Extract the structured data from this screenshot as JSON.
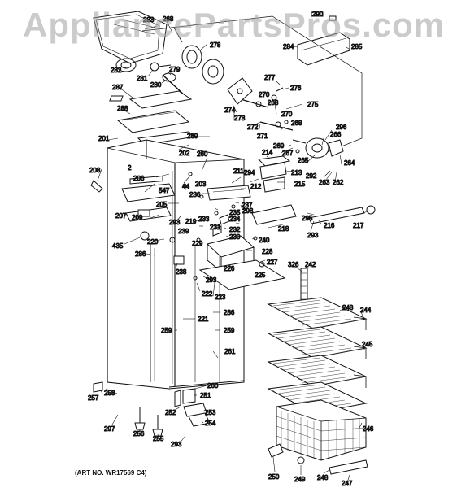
{
  "watermark": "AppliancePartsPros.com",
  "art_note": "(ART NO. WR17569 C4)",
  "part_labels": [
    {
      "id": "p290",
      "text": "290"
    },
    {
      "id": "p283",
      "text": "283"
    },
    {
      "id": "p268a",
      "text": "268"
    },
    {
      "id": "p278",
      "text": "278"
    },
    {
      "id": "p284",
      "text": "284"
    },
    {
      "id": "p285",
      "text": "285"
    },
    {
      "id": "p282",
      "text": "282"
    },
    {
      "id": "p281",
      "text": "281"
    },
    {
      "id": "p279",
      "text": "279"
    },
    {
      "id": "p280",
      "text": "280"
    },
    {
      "id": "p277",
      "text": "277"
    },
    {
      "id": "p276",
      "text": "276"
    },
    {
      "id": "p287",
      "text": "287"
    },
    {
      "id": "p270a",
      "text": "270"
    },
    {
      "id": "p268b",
      "text": "268"
    },
    {
      "id": "p275",
      "text": "275"
    },
    {
      "id": "p274",
      "text": "274"
    },
    {
      "id": "p273",
      "text": "273"
    },
    {
      "id": "p288",
      "text": "288"
    },
    {
      "id": "p272",
      "text": "272"
    },
    {
      "id": "p270b",
      "text": "270"
    },
    {
      "id": "p268c",
      "text": "268"
    },
    {
      "id": "p271",
      "text": "271"
    },
    {
      "id": "p296",
      "text": "296"
    },
    {
      "id": "p266",
      "text": "266"
    },
    {
      "id": "p201",
      "text": "201"
    },
    {
      "id": "p289",
      "text": "289"
    },
    {
      "id": "p269",
      "text": "269"
    },
    {
      "id": "p267",
      "text": "267"
    },
    {
      "id": "p202",
      "text": "202"
    },
    {
      "id": "p260a",
      "text": "260"
    },
    {
      "id": "p214",
      "text": "214"
    },
    {
      "id": "p265",
      "text": "265"
    },
    {
      "id": "p264",
      "text": "264"
    },
    {
      "id": "p208",
      "text": "208"
    },
    {
      "id": "p2",
      "text": "2"
    },
    {
      "id": "p294",
      "text": "294"
    },
    {
      "id": "p211",
      "text": "211"
    },
    {
      "id": "p213",
      "text": "213"
    },
    {
      "id": "p292",
      "text": "292"
    },
    {
      "id": "p206",
      "text": "206"
    },
    {
      "id": "p263",
      "text": "263"
    },
    {
      "id": "p262",
      "text": "262"
    },
    {
      "id": "p203",
      "text": "203"
    },
    {
      "id": "p44",
      "text": "44"
    },
    {
      "id": "p215",
      "text": "215"
    },
    {
      "id": "p547",
      "text": "547"
    },
    {
      "id": "p212",
      "text": "212"
    },
    {
      "id": "p236",
      "text": "236"
    },
    {
      "id": "p205",
      "text": "205"
    },
    {
      "id": "p237",
      "text": "237"
    },
    {
      "id": "p235",
      "text": "235"
    },
    {
      "id": "p293a",
      "text": "293"
    },
    {
      "id": "p295",
      "text": "295"
    },
    {
      "id": "p207",
      "text": "207"
    },
    {
      "id": "p209",
      "text": "209"
    },
    {
      "id": "p293b",
      "text": "293"
    },
    {
      "id": "p219",
      "text": "219"
    },
    {
      "id": "p233",
      "text": "233"
    },
    {
      "id": "p234",
      "text": "234"
    },
    {
      "id": "p216",
      "text": "216"
    },
    {
      "id": "p217",
      "text": "217"
    },
    {
      "id": "p231",
      "text": "231"
    },
    {
      "id": "p218",
      "text": "218"
    },
    {
      "id": "p239",
      "text": "239"
    },
    {
      "id": "p232",
      "text": "232"
    },
    {
      "id": "p293c",
      "text": "293"
    },
    {
      "id": "p230",
      "text": "230"
    },
    {
      "id": "p220",
      "text": "220"
    },
    {
      "id": "p240",
      "text": "240"
    },
    {
      "id": "p229",
      "text": "229"
    },
    {
      "id": "p435",
      "text": "435"
    },
    {
      "id": "p228",
      "text": "228"
    },
    {
      "id": "p286a",
      "text": "286"
    },
    {
      "id": "p227",
      "text": "227"
    },
    {
      "id": "p326",
      "text": "326"
    },
    {
      "id": "p242",
      "text": "242"
    },
    {
      "id": "p226",
      "text": "226"
    },
    {
      "id": "p238",
      "text": "238"
    },
    {
      "id": "p225",
      "text": "225"
    },
    {
      "id": "p293d",
      "text": "293"
    },
    {
      "id": "p222",
      "text": "222"
    },
    {
      "id": "p223",
      "text": "223"
    },
    {
      "id": "p243",
      "text": "243"
    },
    {
      "id": "p244",
      "text": "244"
    },
    {
      "id": "p286b",
      "text": "286"
    },
    {
      "id": "p221",
      "text": "221"
    },
    {
      "id": "p259a",
      "text": "259"
    },
    {
      "id": "p259b",
      "text": "259"
    },
    {
      "id": "p245",
      "text": "245"
    },
    {
      "id": "p261",
      "text": "261"
    },
    {
      "id": "p260b",
      "text": "260"
    },
    {
      "id": "p257",
      "text": "257"
    },
    {
      "id": "p258",
      "text": "258"
    },
    {
      "id": "p251",
      "text": "251"
    },
    {
      "id": "p252",
      "text": "252"
    },
    {
      "id": "p253",
      "text": "253"
    },
    {
      "id": "p254",
      "text": "254"
    },
    {
      "id": "p297",
      "text": "297"
    },
    {
      "id": "p246",
      "text": "246"
    },
    {
      "id": "p256",
      "text": "256"
    },
    {
      "id": "p255",
      "text": "255"
    },
    {
      "id": "p293e",
      "text": "293"
    },
    {
      "id": "p250",
      "text": "250"
    },
    {
      "id": "p249",
      "text": "249"
    },
    {
      "id": "p248",
      "text": "248"
    },
    {
      "id": "p247",
      "text": "247"
    }
  ]
}
